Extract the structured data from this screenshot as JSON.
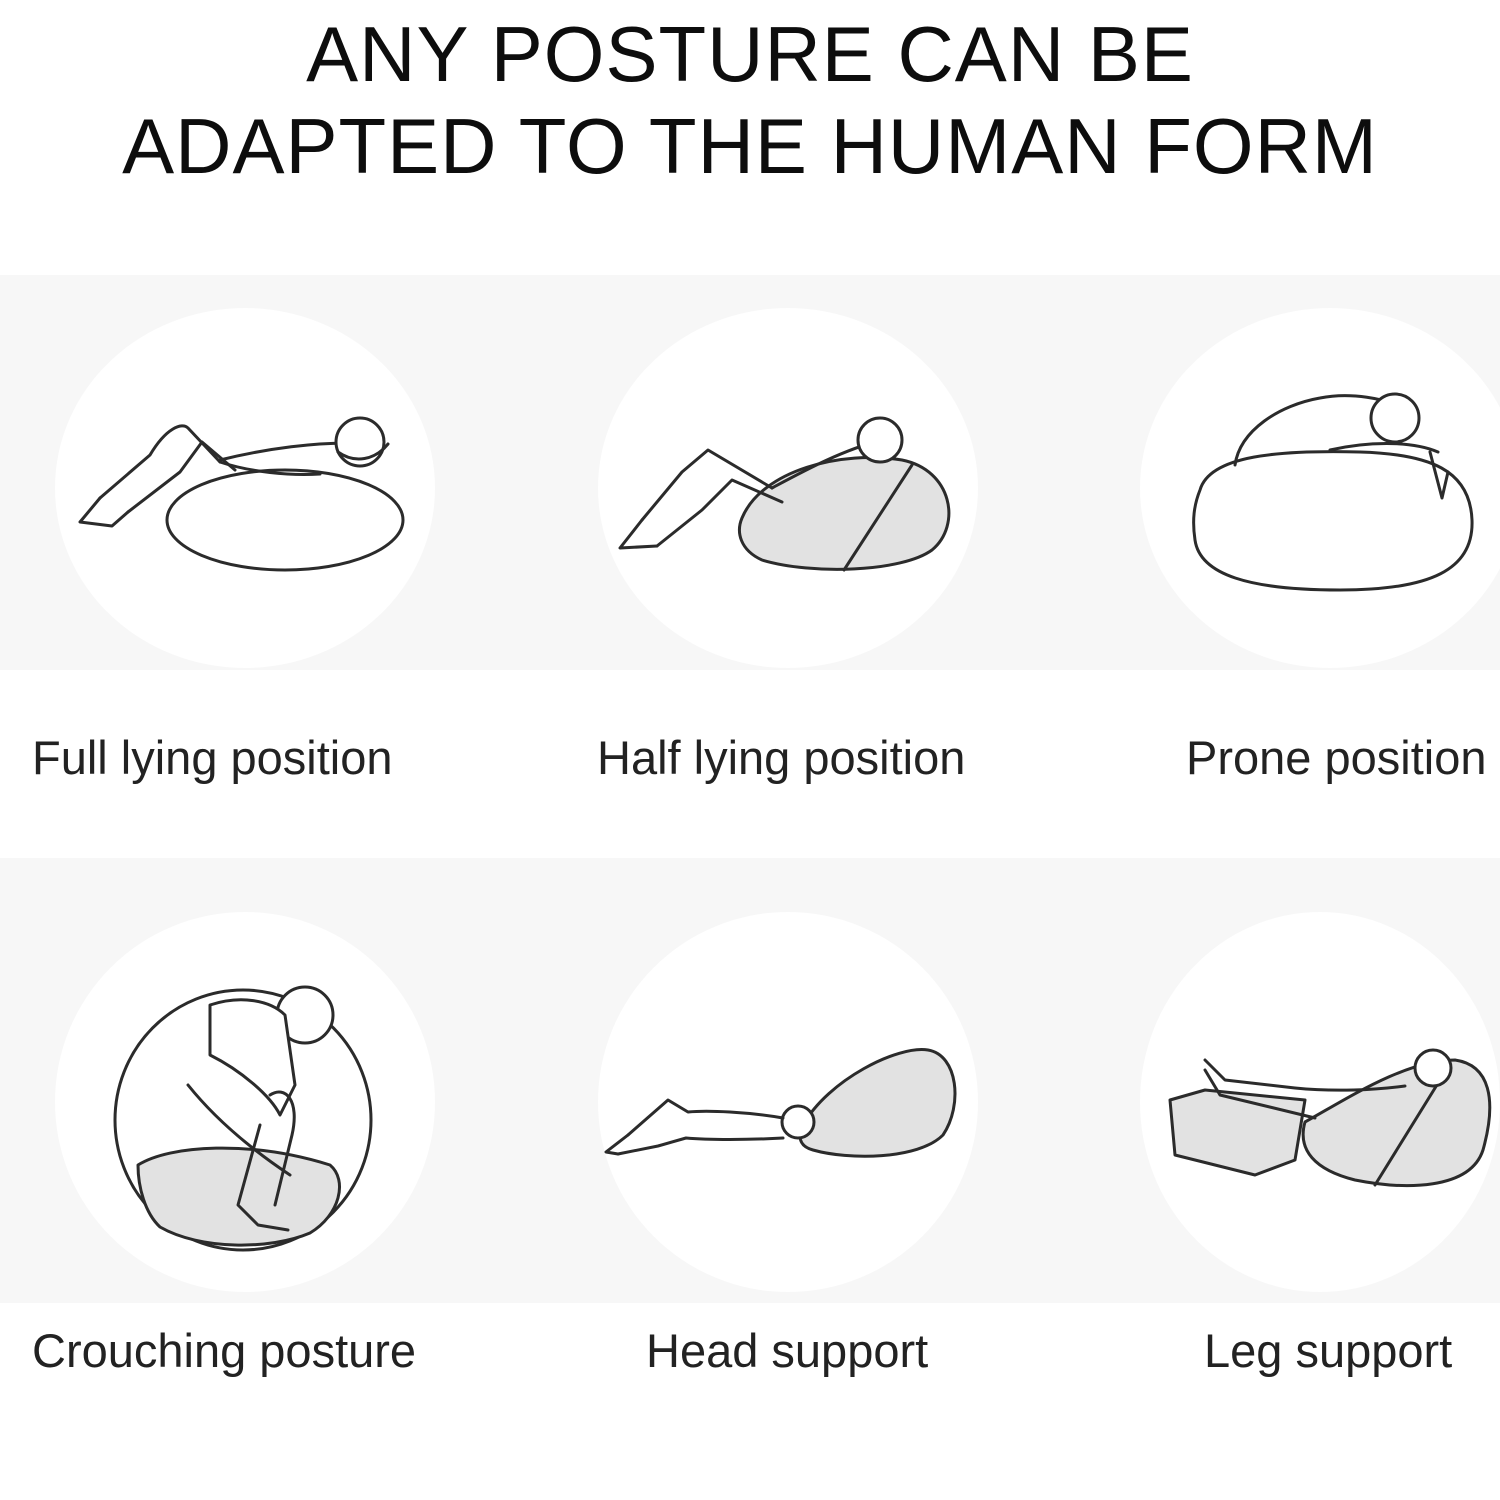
{
  "headline": {
    "line1": "ANY POSTURE CAN BE",
    "line2": "ADAPTED TO THE HUMAN FORM"
  },
  "postures": [
    {
      "label": "Full lying position",
      "icon": "full-lying-icon"
    },
    {
      "label": "Half lying position",
      "icon": "half-lying-icon"
    },
    {
      "label": "Prone position",
      "icon": "prone-icon"
    },
    {
      "label": "Crouching posture",
      "icon": "crouching-icon"
    },
    {
      "label": "Head support",
      "icon": "head-support-icon"
    },
    {
      "label": "Leg support",
      "icon": "leg-support-icon"
    }
  ],
  "colors": {
    "band": "#f7f7f7",
    "circle": "#ffffff",
    "line": "#2b2b2b",
    "shade": "#e2e2e2"
  }
}
